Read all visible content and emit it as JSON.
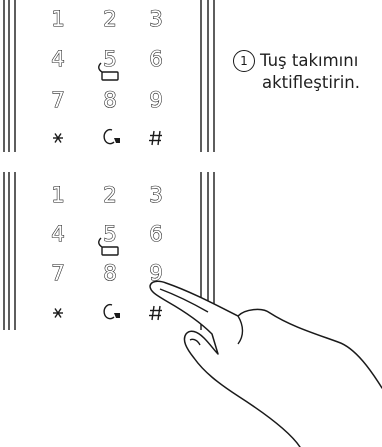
{
  "instruction": {
    "step_number": "1",
    "line1": "Tuş takımını",
    "line2": "aktifleştirin."
  },
  "keypad": {
    "rows": [
      [
        "1",
        "2",
        "3"
      ],
      [
        "4",
        "5",
        "6"
      ],
      [
        "7",
        "8",
        "9"
      ]
    ],
    "bottom_row_icons": [
      "asterisk-icon",
      "key-icon",
      "hash-icon"
    ]
  },
  "colors": {
    "line": "#1a1a1a",
    "background": "#ffffff"
  }
}
